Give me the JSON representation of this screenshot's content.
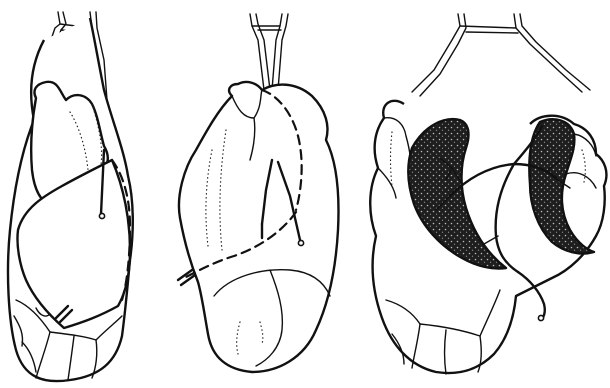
{
  "figure": {
    "panels": [
      "left",
      "center",
      "right"
    ],
    "colors": {
      "ink": "#111111",
      "cut_surface": "#2a2a2a",
      "background": "#ffffff"
    }
  }
}
